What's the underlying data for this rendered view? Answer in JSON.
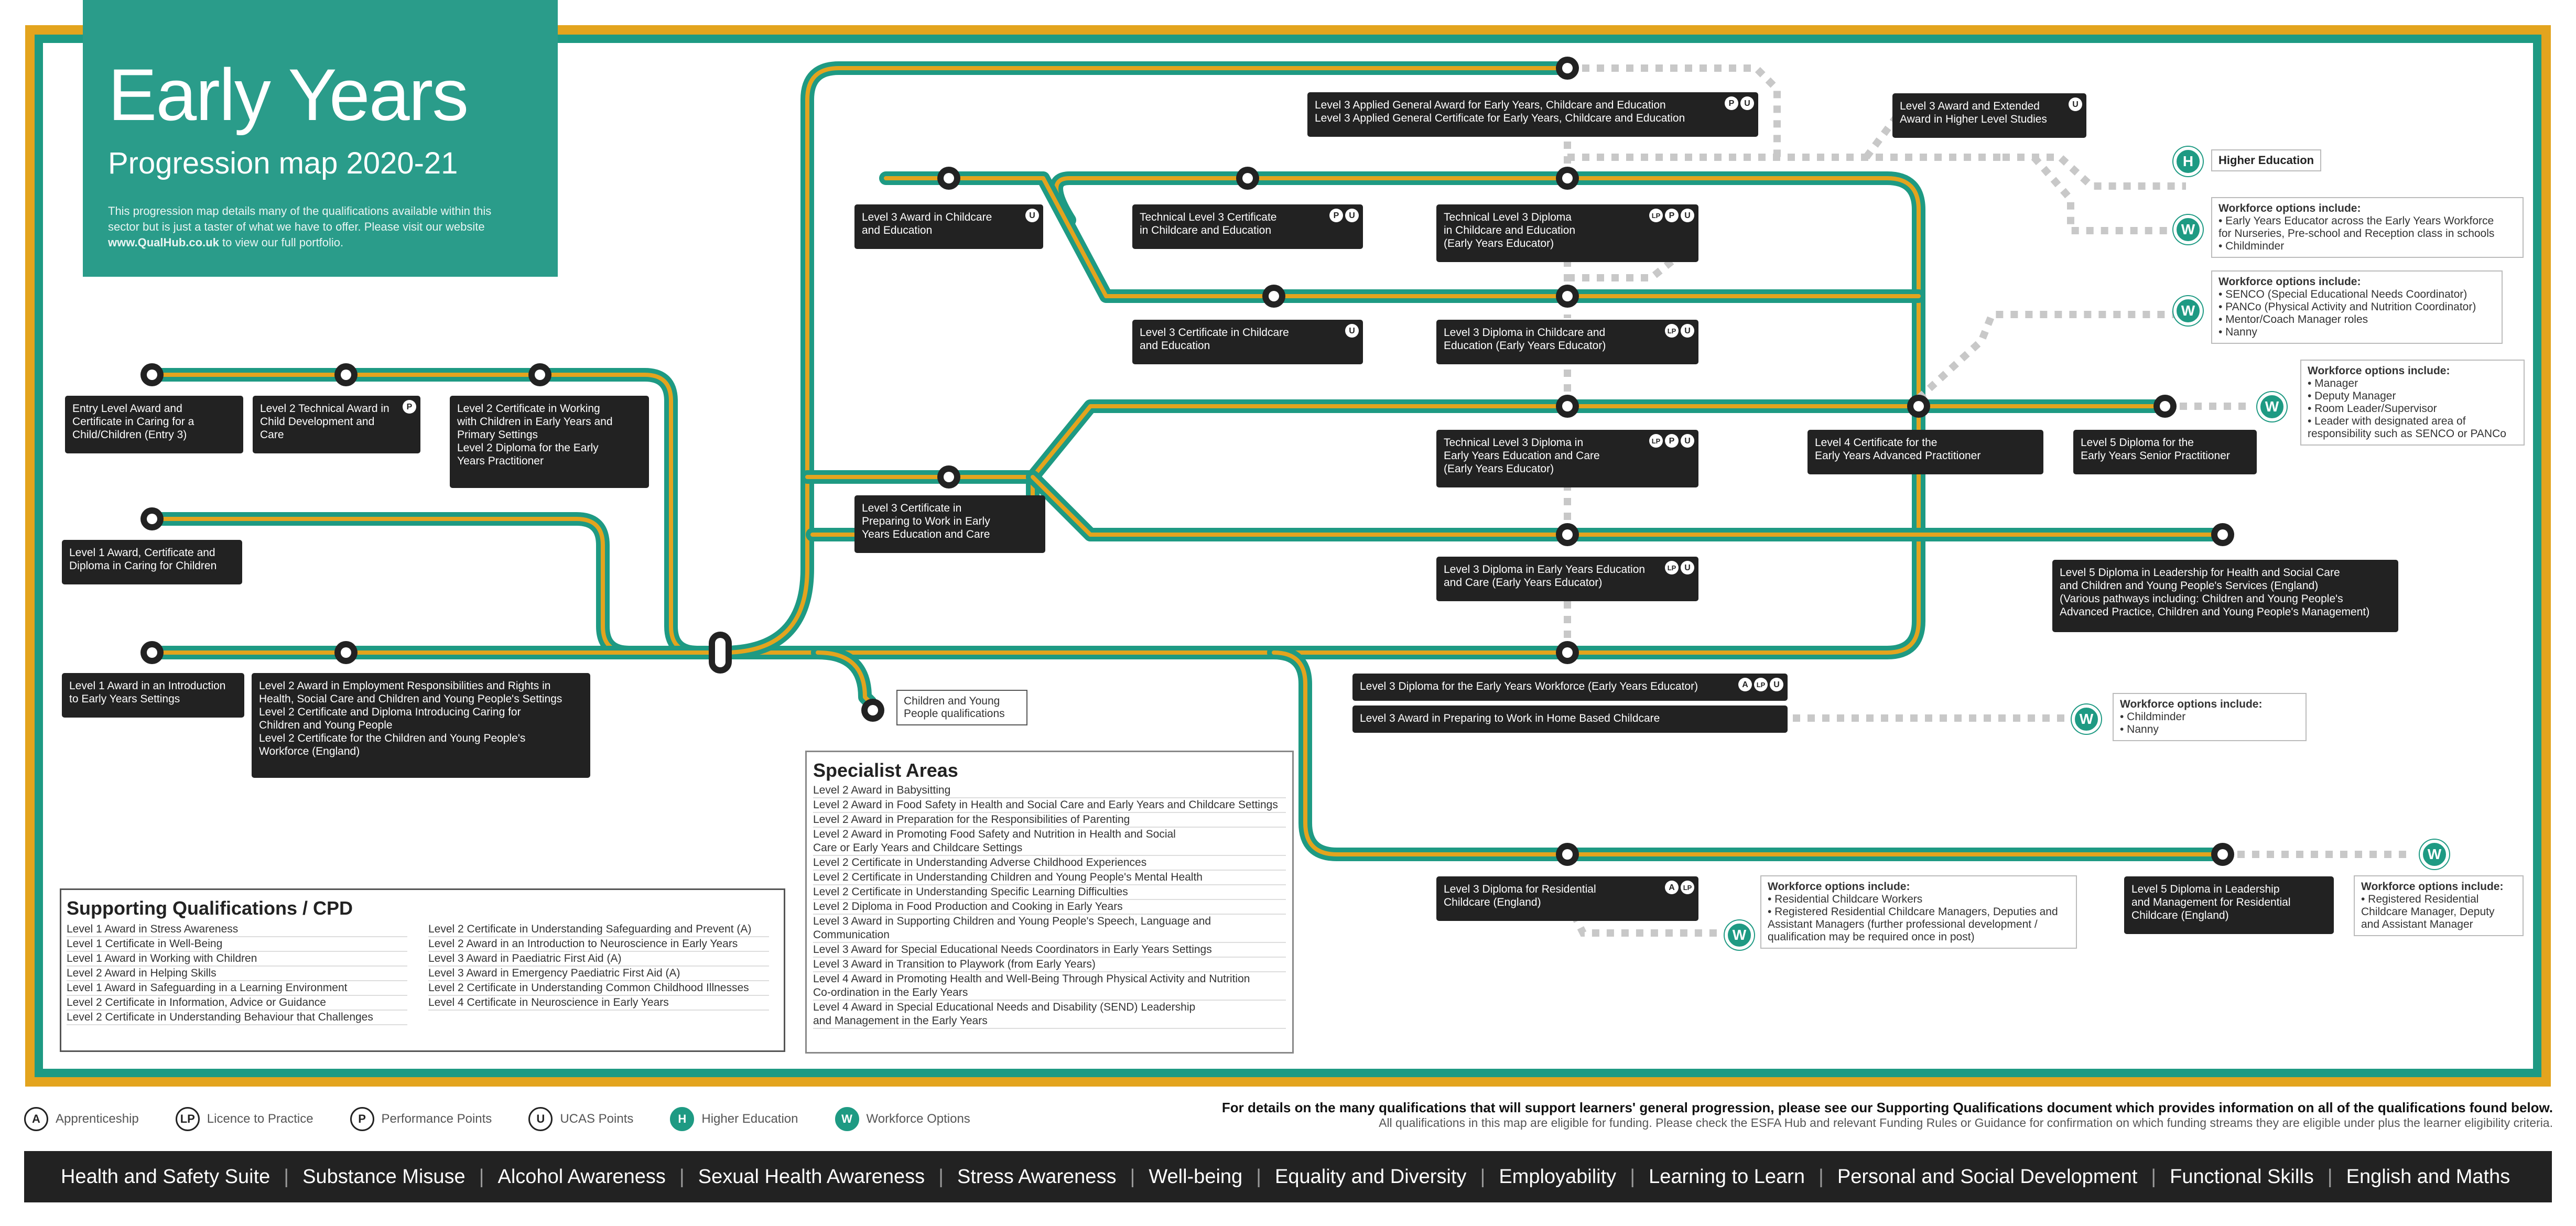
{
  "header": {
    "title": "Early Years",
    "subtitle": "Progression map 2020-21",
    "intro_part1": "This progression map details many of the qualifications available within this sector but is just a taster of what we have to offer. Please visit our website ",
    "intro_link": "www.QualHub.co.uk",
    "intro_part2": " to view our full portfolio."
  },
  "qualifications": [
    {
      "id": "entry",
      "lines": "Entry Level Award and\nCertificate in Caring for a\nChild/Children (Entry 3)",
      "badges": []
    },
    {
      "id": "l2tech",
      "lines": "Level 2 Technical Award in\nChild Development and Care",
      "badges": [
        "P"
      ]
    },
    {
      "id": "l2cert",
      "lines": "Level 2 Certificate in Working\nwith Children in Early Years and\nPrimary Settings\nLevel 2 Diploma for the Early\nYears Practitioner",
      "badges": []
    },
    {
      "id": "l1award",
      "lines": "Level 1 Award, Certificate and\nDiploma in Caring for Children",
      "badges": []
    },
    {
      "id": "l1intro",
      "lines": "Level 1 Award in an Introduction\nto Early Years Settings",
      "badges": []
    },
    {
      "id": "l2emp",
      "lines": "Level 2 Award in Employment Responsibilities and Rights in\nHealth, Social Care and Children and Young People's Settings\nLevel 2 Certificate and Diploma Introducing Caring for\nChildren and Young People\nLevel 2 Certificate for the Children and Young People's\nWorkforce (England)",
      "badges": []
    },
    {
      "id": "l3awardce",
      "lines": "Level 3 Award in Childcare\nand Education",
      "badges": [
        "U"
      ]
    },
    {
      "id": "techl3cert",
      "lines": "Technical Level 3 Certificate\nin Childcare and Education",
      "badges": [
        "P",
        "U"
      ]
    },
    {
      "id": "techl3dip",
      "lines": "Technical Level 3 Diploma\nin Childcare and Education\n(Early Years Educator)",
      "badges": [
        "LP",
        "P",
        "U"
      ]
    },
    {
      "id": "l3certce",
      "lines": "Level 3 Certificate in Childcare\nand Education",
      "badges": [
        "U"
      ]
    },
    {
      "id": "l3dipce",
      "lines": "Level 3 Diploma in Childcare and\nEducation (Early Years Educator)",
      "badges": [
        "LP",
        "U"
      ]
    },
    {
      "id": "l3prep",
      "lines": "Level 3 Certificate in\nPreparing to Work in Early\nYears Education and Care",
      "badges": []
    },
    {
      "id": "techl3eyec",
      "lines": "Technical Level 3 Diploma in\nEarly Years Education and Care\n(Early Years Educator)",
      "badges": [
        "LP",
        "P",
        "U"
      ]
    },
    {
      "id": "l3dipeyec",
      "lines": "Level 3 Diploma in Early Years Education\nand Care (Early Years Educator)",
      "badges": [
        "LP",
        "U"
      ]
    },
    {
      "id": "applied",
      "lines": "Level 3 Applied General Award for Early Years, Childcare and Education\nLevel 3 Applied General Certificate for Early Years, Childcare and Education",
      "badges": [
        "P",
        "U"
      ]
    },
    {
      "id": "l3extended",
      "lines": "Level 3 Award and Extended\nAward in Higher Level Studies",
      "badges": [
        "U"
      ]
    },
    {
      "id": "l4cert",
      "lines": "Level 4 Certificate for the\nEarly Years Advanced Practitioner",
      "badges": []
    },
    {
      "id": "l5senior",
      "lines": "Level 5 Diploma for the\nEarly Years Senior Practitioner",
      "badges": []
    },
    {
      "id": "l5lead",
      "lines": "Level 5 Diploma in Leadership for Health and Social Care\nand Children and Young People's Services (England)\n(Various pathways including: Children and Young People's\nAdvanced Practice, Children and Young People's Management)",
      "badges": []
    },
    {
      "id": "l3workforce",
      "lines": "Level 3 Diploma for the Early Years Workforce (Early Years Educator)",
      "badges": [
        "A",
        "LP",
        "U"
      ]
    },
    {
      "id": "l3homebased",
      "lines": "Level 3 Award in Preparing to Work in Home Based Childcare",
      "badges": []
    },
    {
      "id": "l3residential",
      "lines": "Level 3 Diploma for Residential\nChildcare (England)",
      "badges": [
        "A",
        "LP"
      ]
    },
    {
      "id": "l5residential",
      "lines": "Level 5 Diploma in Leadership\nand Management for Residential\nChildcare (England)",
      "badges": []
    }
  ],
  "children_young_people": "Children and Young\nPeople qualifications",
  "higher_education": "Higher Education",
  "workforce_options": [
    {
      "id": "wf1",
      "header": "Workforce options include:",
      "items": [
        "• Early Years Educator across the Early Years Workforce\n  for Nurseries, Pre-school and Reception class in schools",
        "• Childminder"
      ]
    },
    {
      "id": "wf2",
      "header": "Workforce options include:",
      "items": [
        "• SENCO (Special Educational Needs Coordinator)",
        "• PANCo (Physical Activity and Nutrition Coordinator)",
        "• Mentor/Coach Manager roles",
        "• Nanny"
      ]
    },
    {
      "id": "wf3",
      "header": "Workforce options include:",
      "items": [
        "• Manager",
        "• Deputy Manager",
        "• Room Leader/Supervisor",
        "• Leader with designated area of\n  responsibility such as SENCO or PANCo"
      ]
    },
    {
      "id": "wf4",
      "header": "Workforce options include:",
      "items": [
        "• Childminder",
        "• Nanny"
      ]
    },
    {
      "id": "wf5",
      "header": "Workforce options include:",
      "items": [
        "• Residential Childcare Workers",
        "• Registered Residential Childcare Managers, Deputies and\n  Assistant Managers (further professional development /\n  qualification may be required once in post)"
      ]
    },
    {
      "id": "wf6",
      "header": "Workforce options include:",
      "items": [
        "• Registered Residential\n  Childcare Manager, Deputy\n  and Assistant Manager"
      ]
    }
  ],
  "supporting": {
    "title": "Supporting Qualifications / CPD",
    "col1": [
      "Level 1 Award in Stress Awareness",
      "Level 1 Certificate in Well-Being",
      "Level 1 Award in Working with Children",
      "Level 2 Award in Helping Skills",
      "Level 1 Award in Safeguarding in a Learning Environment",
      "Level 2 Certificate in Information, Advice or Guidance",
      "Level 2 Certificate in Understanding Behaviour that Challenges"
    ],
    "col2": [
      "Level 2 Certificate in Understanding Safeguarding and Prevent (A)",
      "Level 2 Award in an Introduction to Neuroscience in Early Years",
      "Level 3 Award in Paediatric First Aid (A)",
      "Level 3 Award in Emergency Paediatric First Aid (A)",
      "Level 2 Certificate in Understanding Common Childhood Illnesses",
      "Level 4 Certificate in Neuroscience in Early Years"
    ]
  },
  "specialist": {
    "title": "Specialist Areas",
    "items": [
      "Level 2 Award in Babysitting",
      "Level 2 Award in Food Safety in Health and Social Care and Early Years and Childcare Settings",
      "Level 2 Award in Preparation for the Responsibilities of Parenting",
      "Level 2 Award in Promoting Food Safety and Nutrition in Health and Social\nCare or Early Years and Childcare Settings",
      "Level 2 Certificate in Understanding Adverse Childhood Experiences",
      "Level 2 Certificate in Understanding Children and Young People's Mental Health",
      "Level 2 Certificate in Understanding Specific Learning Difficulties",
      "Level 2 Diploma in Food Production and Cooking in Early Years",
      "Level 3 Award in Supporting Children and Young People's Speech, Language and Communication",
      "Level 3 Award for Special Educational Needs Coordinators in Early Years Settings",
      "Level 3 Award in Transition to Playwork (from Early Years)",
      "Level 4 Award in Promoting Health and Well-Being Through Physical Activity and Nutrition\nCo-ordination in the Early Years",
      "Level 4 Award in Special Educational Needs and Disability (SEND) Leadership\nand Management in the Early Years"
    ]
  },
  "legend": [
    {
      "icon": "A",
      "label": "Apprenticeship",
      "teal": false
    },
    {
      "icon": "LP",
      "label": "Licence to Practice",
      "teal": false
    },
    {
      "icon": "P",
      "label": "Performance Points",
      "teal": false
    },
    {
      "icon": "U",
      "label": "UCAS Points",
      "teal": false
    },
    {
      "icon": "H",
      "label": "Higher Education",
      "teal": true
    },
    {
      "icon": "W",
      "label": "Workforce Options",
      "teal": true
    }
  ],
  "funding": {
    "bold": "For details on the many qualifications that will support learners' general progression, please see our Supporting Qualifications document which provides information on all of the qualifications found below.",
    "small": "All qualifications in this map are eligible for funding. Please check the ESFA Hub and relevant Funding Rules or Guidance for confirmation on which funding streams they are eligible under plus the learner eligibility criteria."
  },
  "footer_items": [
    "Health and Safety Suite",
    "Substance Misuse",
    "Alcohol Awareness",
    "Sexual Health Awareness",
    "Stress Awareness",
    "Well-being",
    "Equality and Diversity",
    "Employability",
    "Learning to Learn",
    "Personal and Social Development",
    "Functional Skills",
    "English and Maths"
  ],
  "colors": {
    "teal": "#1e9a83",
    "gold": "#e3a41e",
    "dark": "#222222",
    "dots": "#c8c8c8"
  }
}
